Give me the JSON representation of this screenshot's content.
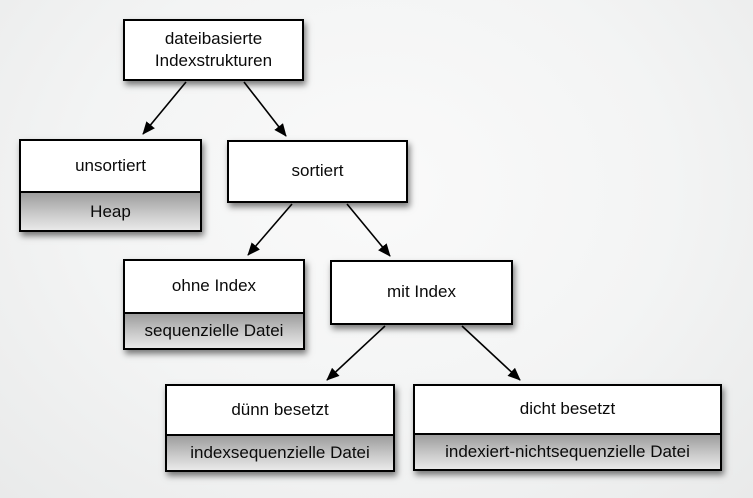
{
  "diagram": {
    "nodes": {
      "root": {
        "label": "dateibasierte Indexstrukturen"
      },
      "unsortiert": {
        "label": "unsortiert",
        "sublabel": "Heap"
      },
      "sortiert": {
        "label": "sortiert"
      },
      "ohne_index": {
        "label": "ohne Index",
        "sublabel": "sequenzielle Datei"
      },
      "mit_index": {
        "label": "mit Index"
      },
      "duenn": {
        "label": "dünn besetzt",
        "sublabel": "indexsequenzielle Datei"
      },
      "dicht": {
        "label": "dicht besetzt",
        "sublabel": "indexiert-nichtsequenzielle Datei"
      }
    },
    "edges": [
      {
        "from": "root",
        "to": "unsortiert"
      },
      {
        "from": "root",
        "to": "sortiert"
      },
      {
        "from": "sortiert",
        "to": "ohne_index"
      },
      {
        "from": "sortiert",
        "to": "mit_index"
      },
      {
        "from": "mit_index",
        "to": "duenn"
      },
      {
        "from": "mit_index",
        "to": "dicht"
      }
    ],
    "colors": {
      "box_fill": "#ffffff",
      "box_border": "#000000",
      "sublabel_gradient_top": "#9d9d9d",
      "sublabel_gradient_bottom": "#e9e9e9",
      "background": "#f3f4f4",
      "arrow": "#000000",
      "text": "#0a0a0a"
    }
  }
}
